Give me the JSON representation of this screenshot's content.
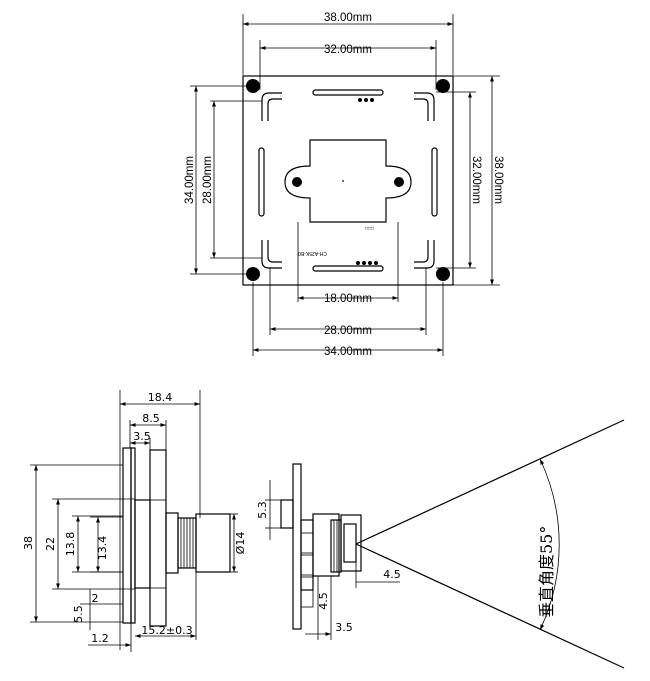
{
  "board": {
    "top_width_outer": "38.00mm",
    "top_width_inner": "32.00mm",
    "left_height_outer": "34.00mm",
    "left_height_inner": "28.00mm",
    "right_height_inner": "32.00mm",
    "right_height_outer": "38.00mm",
    "bottom_width_1": "18.00mm",
    "bottom_width_2": "28.00mm",
    "bottom_width_3": "34.00mm",
    "pcb_label": "CH-A25K-B0",
    "small_marking": "□□□"
  },
  "side_view": {
    "width_total": "18.4",
    "width_mid": "8.5",
    "width_small": "3.5",
    "height_38": "38",
    "height_22": "22",
    "height_13_8": "13.8",
    "height_13_4": "13.4",
    "lens_diameter": "Ø14",
    "dim_2": "2",
    "dim_5_5": "5.5",
    "dim_1_2": "1.2",
    "dim_lens_len": "15.2±0.3"
  },
  "fov_view": {
    "dim_5_3": "5.3",
    "dim_4_5a": "4.5",
    "dim_4_5b": "4.5",
    "dim_3_5": "3.5",
    "fov_label": "垂直角度55°"
  }
}
